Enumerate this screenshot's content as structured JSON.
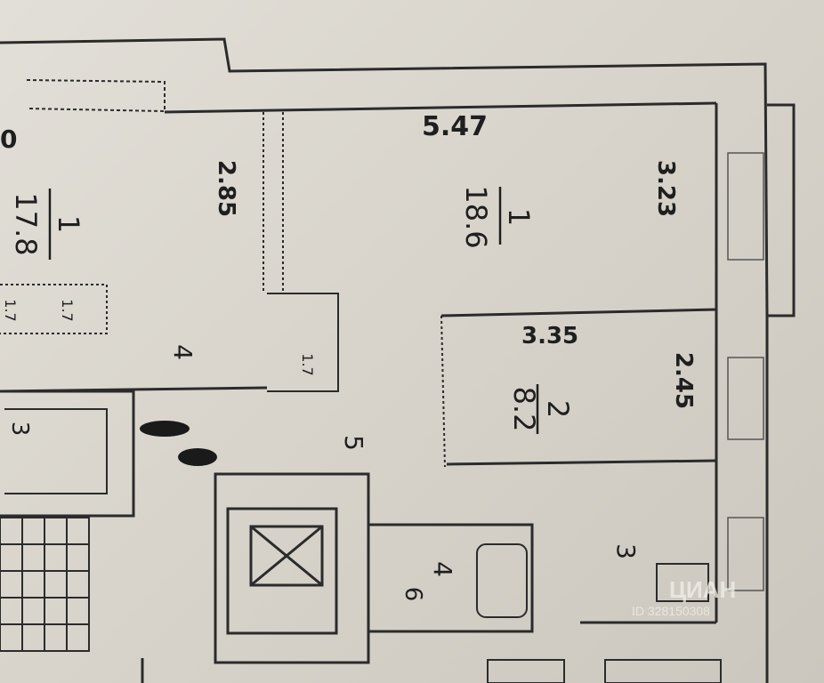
{
  "plan": {
    "dimensions": {
      "top_width": "5.47",
      "right_upper": "3.23",
      "left_room_side": "2.85",
      "wardrobe_width": "3.35",
      "right_lower": "2.45",
      "left_edge": "0"
    },
    "rooms": [
      {
        "number": "1",
        "area": "18.6"
      },
      {
        "number": "1",
        "area": "17.8"
      },
      {
        "number": "2",
        "area": "8.2"
      },
      {
        "number": "3",
        "area": ""
      },
      {
        "number": "4",
        "area": ""
      },
      {
        "number": "4",
        "area": "6"
      },
      {
        "number": "5",
        "area": ""
      },
      {
        "number": "3",
        "area": ""
      }
    ],
    "small_labels": [
      "1.7",
      "1.7",
      "1.7"
    ]
  },
  "watermark": {
    "brand": "ЦИАН",
    "id_text": "ID 328150308"
  }
}
